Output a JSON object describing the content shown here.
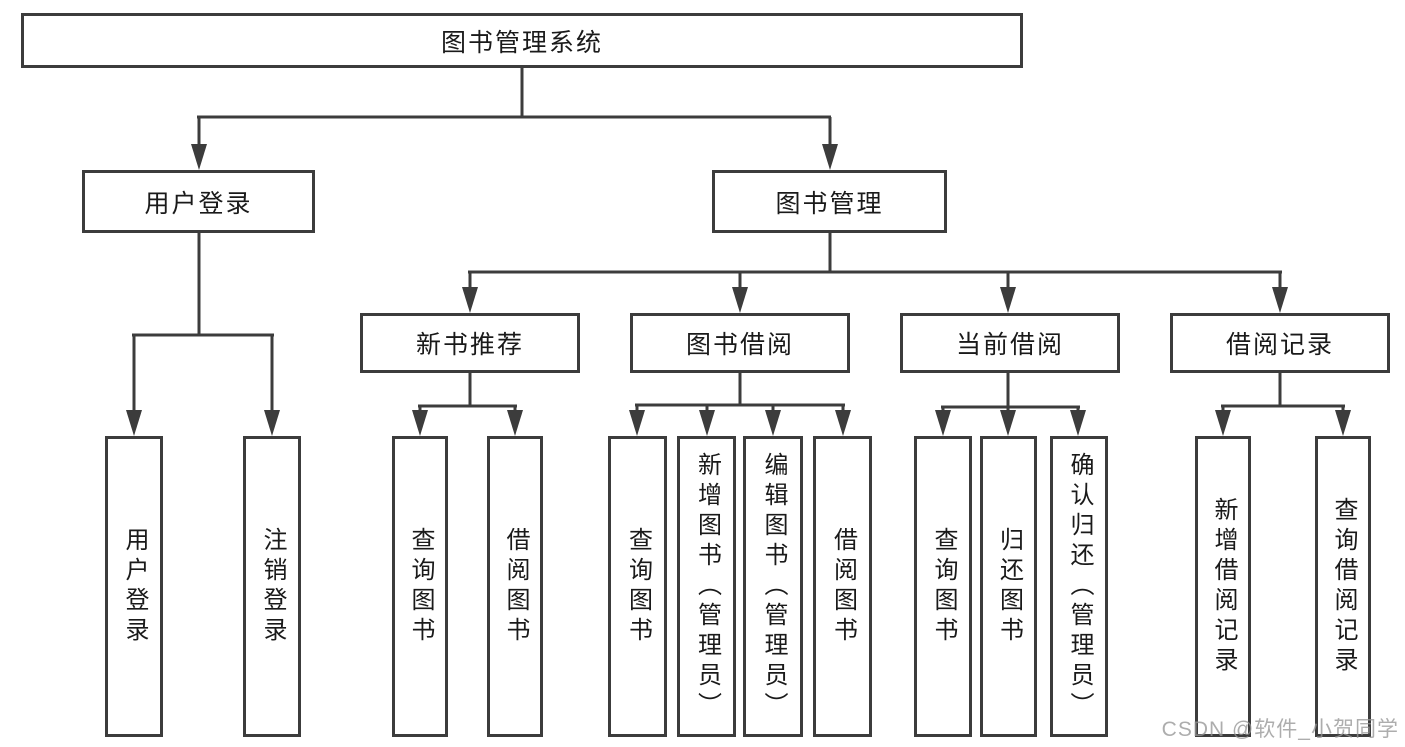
{
  "diagram": {
    "type": "hierarchy-diagram",
    "tree": {
      "root": {
        "label": "图书管理系统"
      },
      "children": [
        {
          "label": "用户登录",
          "children": [
            {
              "label": "用户登录"
            },
            {
              "label": "注销登录"
            }
          ]
        },
        {
          "label": "图书管理",
          "children": [
            {
              "label": "新书推荐",
              "children": [
                {
                  "label": "查询图书"
                },
                {
                  "label": "借阅图书"
                }
              ]
            },
            {
              "label": "图书借阅",
              "children": [
                {
                  "label": "查询图书"
                },
                {
                  "label": "新增图书（管理员）"
                },
                {
                  "label": "编辑图书（管理员）"
                },
                {
                  "label": "借阅图书"
                }
              ]
            },
            {
              "label": "当前借阅",
              "children": [
                {
                  "label": "查询图书"
                },
                {
                  "label": "归还图书"
                },
                {
                  "label": "确认归还（管理员）"
                }
              ]
            },
            {
              "label": "借阅记录",
              "children": [
                {
                  "label": "新增借阅记录"
                },
                {
                  "label": "查询借阅记录"
                }
              ]
            }
          ]
        }
      ]
    }
  },
  "colors": {
    "line": "#3c3c3c",
    "box_border": "#3c3c3c",
    "box_fill": "#ffffff",
    "text": "#1a1a1a",
    "watermark": "#a6a6a6"
  },
  "watermark": {
    "text": "CSDN @软件_小贺同学"
  }
}
